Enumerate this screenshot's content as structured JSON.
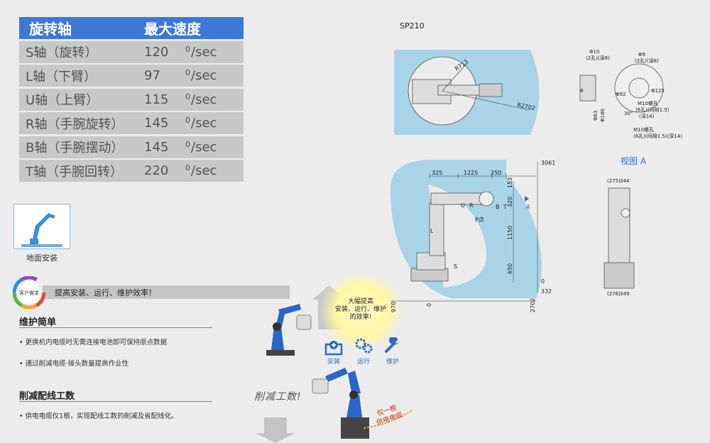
{
  "spec_table": {
    "header": {
      "axis": "旋转轴",
      "speed": "最大速度"
    },
    "rows": [
      {
        "axis": "S轴（旋转）",
        "value": "120",
        "unit": "/sec",
        "sup": "0"
      },
      {
        "axis": "L轴（下臂）",
        "value": "97",
        "unit": "/sec",
        "sup": "0"
      },
      {
        "axis": "U轴（上臂）",
        "value": "115",
        "unit": "/sec",
        "sup": "0"
      },
      {
        "axis": "R轴（手腕旋转）",
        "value": "145",
        "unit": "/sec",
        "sup": "0"
      },
      {
        "axis": "B轴（手腕摆动）",
        "value": "145",
        "unit": "/sec",
        "sup": "0"
      },
      {
        "axis": "T轴（手腕回转）",
        "value": "220",
        "unit": "/sec",
        "sup": "0"
      }
    ]
  },
  "install": {
    "label": "地面安装"
  },
  "customer_need": {
    "badge": "客户需求",
    "text": "提高安装、运行、维护效率！"
  },
  "sections": [
    {
      "title": "维护简单",
      "bullets": [
        "• 更换机内电缆时无需连接电池即可保持原点数据",
        "• 通过削减电缆·接头数量提高作业性"
      ]
    },
    {
      "title": "削减配线工数",
      "bullets": [
        "• 供电电缆仅1根，实现配线工数的削减及省配线化。"
      ]
    }
  ],
  "promo": {
    "glow_text": [
      "大幅提高",
      "安装、运行、维护",
      "的效率!"
    ],
    "actions": [
      {
        "label": "安装",
        "icon": "install-icon"
      },
      {
        "label": "运行",
        "icon": "gears-icon"
      },
      {
        "label": "维护",
        "icon": "wrench-icon"
      }
    ],
    "cut_text": "削减工数!",
    "cable_text": [
      "仅一根",
      "供电电缆"
    ]
  },
  "diagram": {
    "model": "SP210",
    "view_a": "视图 A",
    "top_view": {
      "r1": "R713",
      "r2": "R2702"
    },
    "side_view": {
      "top_dims": [
        "325",
        "1225",
        "250"
      ],
      "right_dims": [
        "153",
        "320",
        "1150",
        "650"
      ],
      "heights": [
        "3061",
        "0",
        "332"
      ],
      "bottom_dims": [
        "970",
        "0",
        "2702"
      ],
      "labels": [
        "U",
        "R",
        "B",
        "T",
        "L",
        "S",
        "P点",
        "A"
      ]
    },
    "flange": {
      "labels": [
        "Φ10",
        "(2孔)(深8)",
        "Φ9",
        "(2孔)(深8)",
        "Φ125",
        "Φ92",
        "Φ63",
        "Φ180",
        "30°",
        "8",
        "M10螺孔",
        "(6孔)(间隙1.5)",
        "(深14)",
        "M10螺孔",
        "(6孔)(间隙1.5)(深14)"
      ]
    },
    "view_a_dims": [
      "(275)",
      "344",
      "(276)",
      "349"
    ]
  },
  "colors": {
    "accent": "#3d78d8",
    "row_bg": "#c8c8c8",
    "reach_area": "#a9d4e6",
    "robot_blue": "#2d64c8"
  }
}
